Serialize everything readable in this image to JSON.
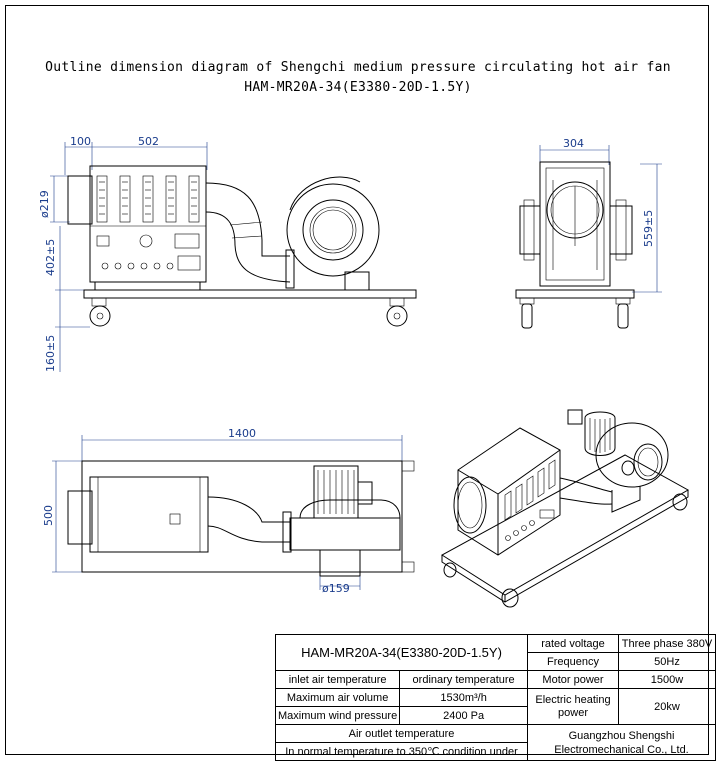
{
  "title": {
    "line1": "Outline dimension diagram of Shengchi medium pressure circulating hot air fan",
    "line2": "HAM-MR20A-34(E3380-20D-1.5Y)"
  },
  "dimensions": {
    "front_inlet_depth": "100",
    "front_body_length": "502",
    "front_inlet_dia": "ø219",
    "front_body_height": "402±5",
    "front_base_height": "160±5",
    "side_width": "304",
    "side_height": "559±5",
    "top_total_length": "1400",
    "top_width": "500",
    "top_outlet_dia": "ø159"
  },
  "spec_table": {
    "model": "HAM-MR20A-34(E3380-20D-1.5Y)",
    "rated_voltage_label": "rated voltage",
    "rated_voltage_value": "Three phase 380V",
    "frequency_label": "Frequency",
    "frequency_value": "50Hz",
    "inlet_temp_label": "inlet air temperature",
    "inlet_temp_value": "ordinary temperature",
    "motor_power_label": "Motor power",
    "motor_power_value": "1500w",
    "max_volume_label": "Maximum air volume",
    "max_volume_value": "1530m³/h",
    "heating_power_label": "Electric heating power",
    "heating_power_value": "20kw",
    "max_pressure_label": "Maximum wind pressure",
    "max_pressure_value": "2400 Pa",
    "outlet_temp_label": "Air outlet temperature",
    "outlet_temp_value": "In normal temperature to 350℃ condition under",
    "company": "Guangzhou Shengshi Electromechanical Co., Ltd."
  }
}
